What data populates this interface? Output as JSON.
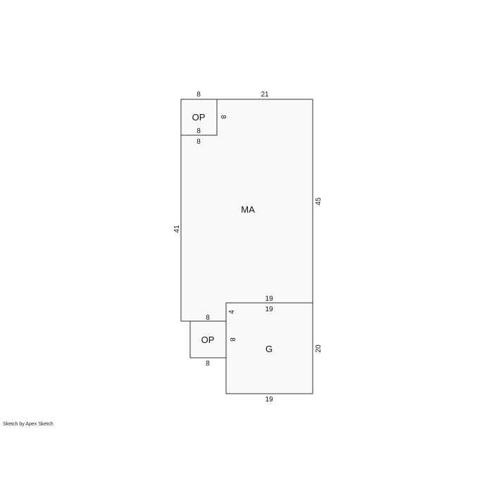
{
  "colors": {
    "fill": "#f9f9f9",
    "stroke": "#333333",
    "text": "#111111"
  },
  "areas": {
    "main": "MA",
    "porch_top": "OP",
    "porch_bottom": "OP",
    "garage": "G"
  },
  "dimensions": {
    "op_top_width_top": "8",
    "ma_top_width": "21",
    "op_top_side": "8",
    "op_top_width_inner": "8",
    "op_top_width_bottom": "8",
    "ma_right_height": "45",
    "ma_left_height": "41",
    "garage_top_outer": "19",
    "garage_top_inner": "19",
    "ma_step_width": "8",
    "ma_step_height": "4",
    "op_bottom_side": "8",
    "op_bottom_width": "8",
    "garage_height": "20",
    "garage_bottom_width": "19"
  },
  "credit": "Sketch by Apex Sketch"
}
